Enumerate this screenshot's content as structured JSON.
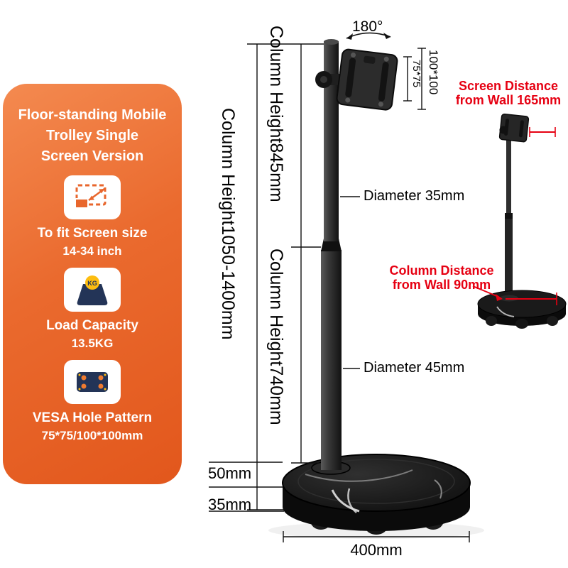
{
  "colors": {
    "accent_orange": "#e8662c",
    "annotation_red": "#e60012",
    "icon_navy": "#233457",
    "icon_yellow": "#fdbd10"
  },
  "info_card": {
    "title_lines": [
      "Floor-standing Mobile",
      "Trolley Single",
      "Screen Version"
    ],
    "features": [
      {
        "icon": "screen-size-icon",
        "label": "To fit Screen size",
        "value": "14-34 inch"
      },
      {
        "icon": "load-capacity-icon",
        "label": "Load Capacity",
        "value": "13.5KG",
        "icon_text": "KG"
      },
      {
        "icon": "vesa-pattern-icon",
        "label": "VESA Hole Pattern",
        "value": "75*75/100*100mm"
      }
    ]
  },
  "annotations": {
    "rotation": "180°",
    "vesa_outer": "100*100",
    "vesa_inner": "75*75",
    "total_height": "Column Height1050-1400mm",
    "upper_height": "Column Height845mm",
    "lower_height": "Column Height740mm",
    "upper_diameter": "Diameter 35mm",
    "lower_diameter": "Diameter 45mm",
    "base_top_thickness": "50mm",
    "base_bottom_thickness": "35mm",
    "base_width": "400mm"
  },
  "side_view": {
    "screen_distance_line1": "Screen Distance",
    "screen_distance_line2": "from Wall 165mm",
    "column_distance_line1": "Column Distance",
    "column_distance_line2": "from Wall 90mm"
  }
}
